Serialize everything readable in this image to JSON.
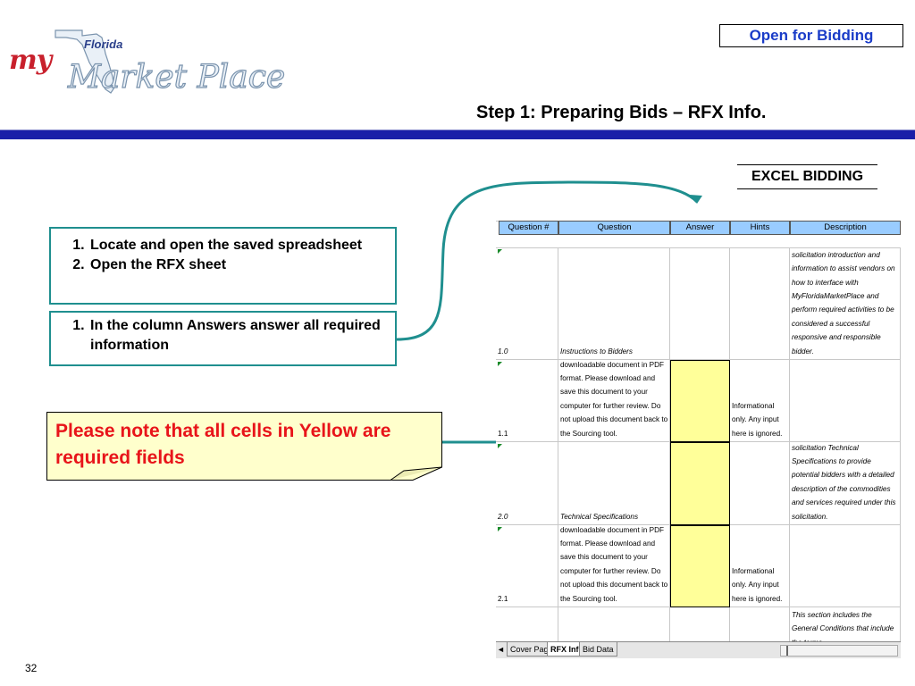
{
  "logo": {
    "my": "my",
    "state": "Florida",
    "name": "Market Place"
  },
  "status_box": "Open for Bidding",
  "step_title": "Step 1: Preparing Bids – RFX Info.",
  "excel_label": "EXCEL BIDDING",
  "box1": {
    "items": [
      "Locate and open the saved spreadsheet",
      "Open the RFX sheet"
    ]
  },
  "box2": {
    "items": [
      "In the column Answers answer all required information"
    ]
  },
  "note": "Please note that all cells in Yellow are required fields",
  "colors": {
    "brand_blue": "#1a1fa8",
    "status_text": "#1a3cc8",
    "teal": "#1f8f8f",
    "note_fill": "#ffffcc",
    "note_text": "#e8141a",
    "header_fill": "#99ccff",
    "required_fill": "#ffff99"
  },
  "sheet": {
    "headers": [
      "Question #",
      "Question",
      "Answer",
      "Hints",
      "Description"
    ],
    "rows": [
      {
        "num": "1.0",
        "question": "Instructions to Bidders",
        "answer": "",
        "hints": "",
        "description": "This section includes the solicitation introduction and information to assist vendors on how to interface with MyFloridaMarketPlace and perform required activities to be considered a successful responsive and responsible bidder."
      },
      {
        "num": "1.1",
        "question": "Attachment: This is a downloadable document in PDF format.  Please download and save this document to your computer for further review.  Do not upload this document back to the Sourcing tool.",
        "answer": "",
        "hints": "Informational only. Any input here is ignored.",
        "description": ""
      },
      {
        "num": "2.0",
        "question": "Technical Specifications",
        "answer": "",
        "hints": "",
        "description": "This section includes the solicitation Technical Specifications to provide potential bidders with a detailed description of the commodities and services required under this solicitation."
      },
      {
        "num": "2.1",
        "question": "Attachment: This is a downloadable document in PDF format.  Please download and save this document to your computer for further review.  Do not upload this document back to the Sourcing tool.",
        "answer": "",
        "hints": "Informational only. Any input here is ignored.",
        "description": ""
      },
      {
        "num": "",
        "question": "",
        "answer": "",
        "hints": "",
        "description": "This section includes the General Conditions that include the terms"
      }
    ],
    "tab_nav": "◄ ►",
    "tabs": [
      "Cover Page",
      "RFX Info",
      "Bid Data"
    ],
    "active_tab": "RFX Info"
  },
  "page_number": "32"
}
